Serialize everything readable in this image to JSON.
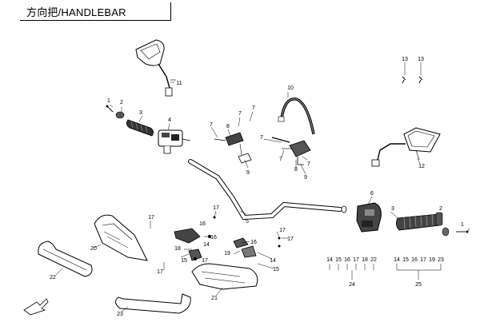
{
  "title": "方向把/HANDLEBAR",
  "callouts": {
    "c1": "1",
    "c2": "2",
    "c3a": "3",
    "c3b": "3",
    "c4": "4",
    "c5": "5",
    "c6": "6",
    "c7a": "7",
    "c7b": "7",
    "c7c": "7",
    "c7d": "7",
    "c8a": "8",
    "c8b": "8",
    "c9a": "9",
    "c9b": "9",
    "c10": "10",
    "c11": "11",
    "c12": "12",
    "c13a": "13",
    "c13b": "13",
    "c14a": "14",
    "c14b": "14",
    "c15a": "15",
    "c15b": "15",
    "c16a": "16",
    "c16b": "16",
    "c17a": "17",
    "c17b": "17",
    "c17c": "17",
    "c17d": "17",
    "c17e": "17",
    "c18a": "18",
    "c18b": "18",
    "c19": "19",
    "c20": "20",
    "c21": "21",
    "c22": "22",
    "c23": "23"
  },
  "kit_left": {
    "items": [
      "14",
      "15",
      "16",
      "17",
      "18",
      "22"
    ],
    "total": "24"
  },
  "kit_right": {
    "items": [
      "14",
      "15",
      "16",
      "17",
      "19",
      "23"
    ],
    "total": "25"
  }
}
